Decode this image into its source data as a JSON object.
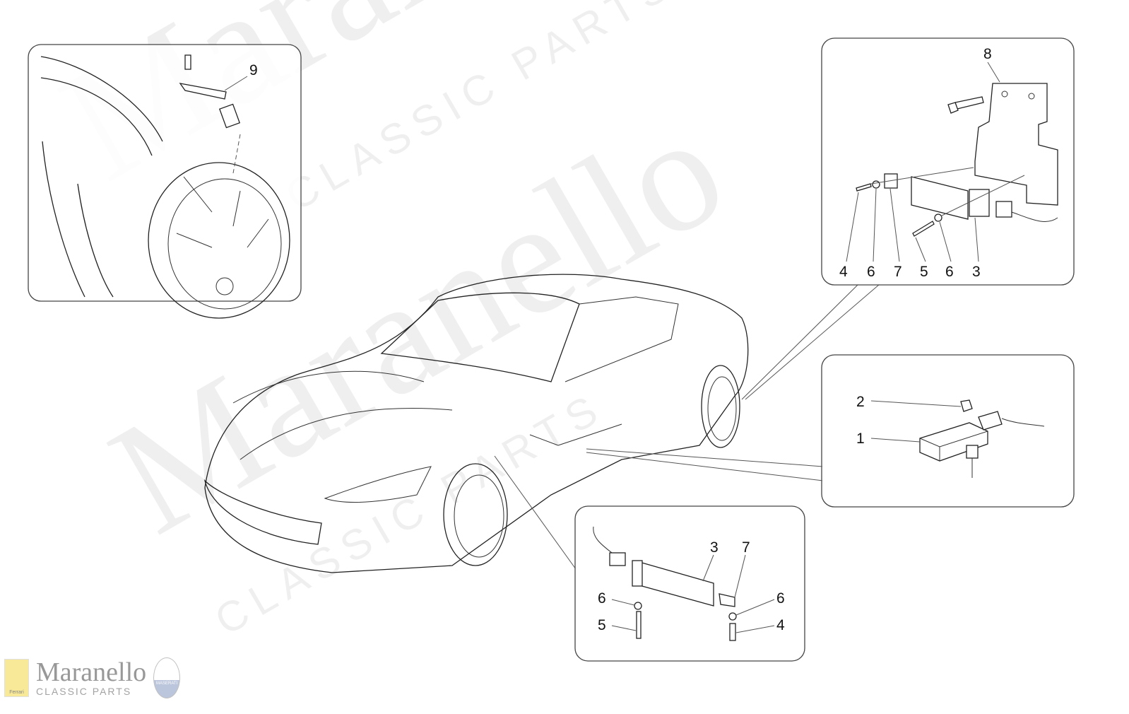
{
  "watermark": {
    "brand": "Maranello",
    "sub": "CLASSIC PARTS"
  },
  "logo": {
    "title": "Maranello",
    "subtitle": "CLASSIC PARTS",
    "ferrari_badge": "Ferrari",
    "maserati_badge": "MASERATI"
  },
  "callouts": {
    "wheel_panel": [
      "9"
    ],
    "bracket_panel": [
      "8",
      "4",
      "6",
      "7",
      "5",
      "6",
      "3"
    ],
    "receiver_panel": [
      "2",
      "1"
    ],
    "bottom_panel": [
      "3",
      "7",
      "6",
      "6",
      "5",
      "4"
    ]
  }
}
